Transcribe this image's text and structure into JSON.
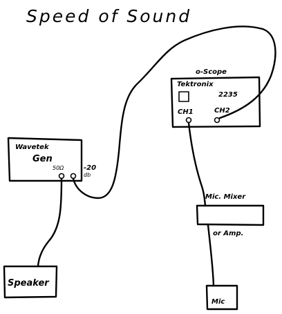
{
  "title": "Speed of Sound",
  "oscilloscope": {
    "label": "o-Scope",
    "brand": "Tektronix",
    "model": "2235",
    "ch1": "CH1",
    "ch2": "CH2"
  },
  "generator": {
    "name": "Wavetek",
    "type": "Gen",
    "out_50": "50Ω",
    "out_20db_top": "-20",
    "out_20db_bottom": "db"
  },
  "mixer": {
    "label_top": "Mic. Mixer",
    "label_bottom": "or Amp."
  },
  "speaker": {
    "label": "Speaker"
  },
  "mic": {
    "label": "Mic"
  }
}
